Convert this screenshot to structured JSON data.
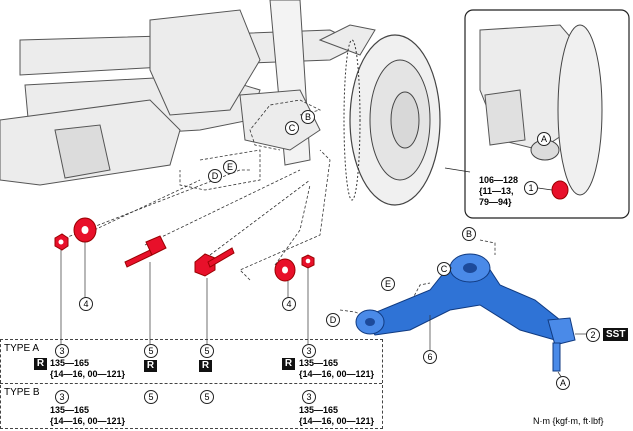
{
  "callouts": {
    "A": "A",
    "B": "B",
    "C": "C",
    "D": "D",
    "E": "E",
    "n1": "1",
    "n2": "2",
    "n3": "3",
    "n4": "4",
    "n5": "5",
    "n6": "6"
  },
  "inset": {
    "torque_line1": "106—128",
    "torque_line2": "{11—13,",
    "torque_line3": "79—94}"
  },
  "sst_label": "SST",
  "replace_mark": "R",
  "table": {
    "type_a_label": "TYPE A",
    "type_b_label": "TYPE B",
    "torque_line1": "135—165",
    "torque_line2": "{14—16, 00—121}"
  },
  "units_label": "N·m {kgf·m, ft·lbf}",
  "colors": {
    "part_red": "#e8102a",
    "arm_blue": "#2f73d6",
    "line": "#222222"
  }
}
